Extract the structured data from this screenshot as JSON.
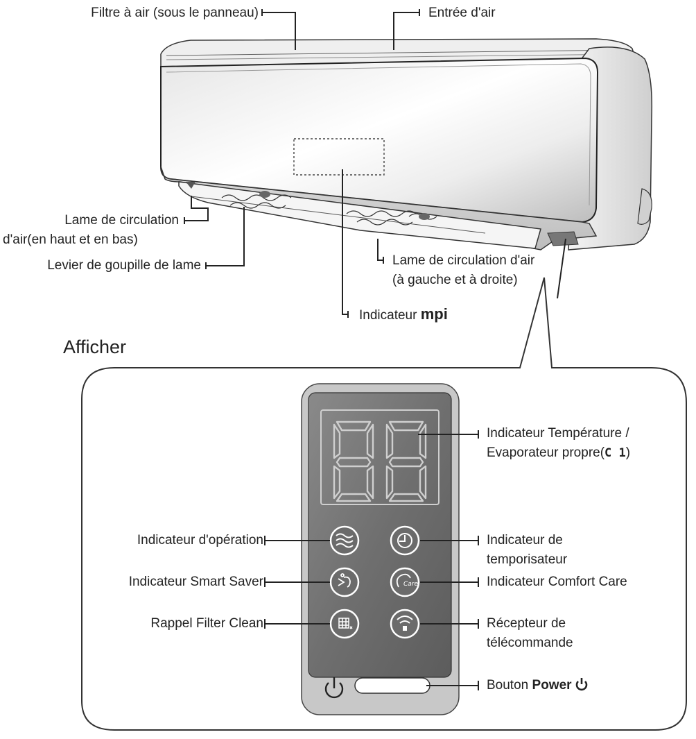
{
  "unit_labels": {
    "air_filter": "Filtre à air (sous le panneau)",
    "air_intake": "Entrée d'air",
    "blade_ud_1": "Lame de circulation",
    "blade_ud_2": "d'air(en haut et en bas)",
    "blade_pin_lever": "Levier de goupille de lame",
    "blade_lr_1": "Lame de circulation d'air",
    "blade_lr_2": "(à gauche et à droite)",
    "mpi_prefix": "Indicateur",
    "mpi_bold": "mpi"
  },
  "display": {
    "title": "Afficher",
    "temp_1": "Indicateur Température /",
    "temp_2": "Evaporateur propre(",
    "temp_code": "C 1",
    "temp_2_end": ")",
    "operation": "Indicateur d'opération",
    "timer_1": "Indicateur de",
    "timer_2": "temporisateur",
    "smart_saver": "Indicateur Smart Saver",
    "comfort_care": "Indicateur Comfort Care",
    "filter_clean": "Rappel Filter Clean",
    "remote_1": "Récepteur de",
    "remote_2": "télécommande",
    "power_prefix": "Bouton",
    "power_bold": "Power",
    "care_text": "Care"
  }
}
